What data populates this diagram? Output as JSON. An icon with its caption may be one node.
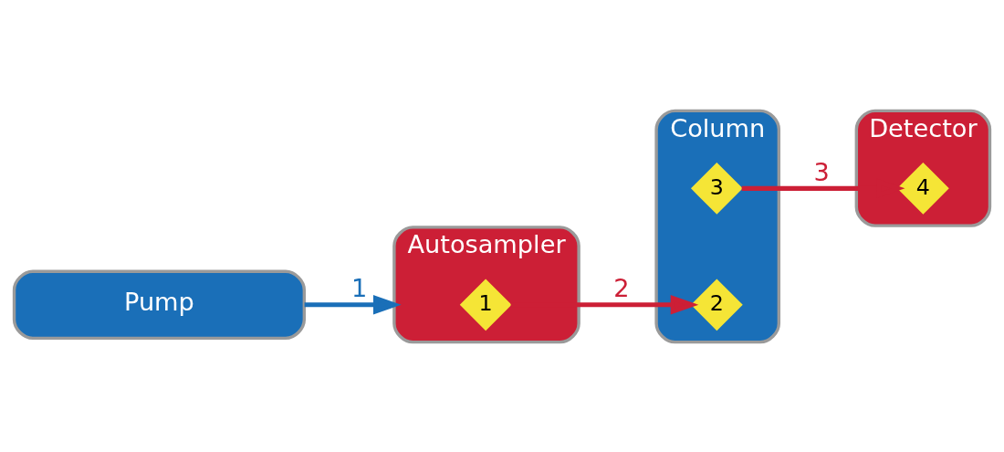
{
  "diagram": {
    "nodes": [
      {
        "text": [
          "Detector"
        ]
      },
      {
        "text": [
          "4"
        ],
        "in": 0
      },
      {
        "text": [
          "Column"
        ]
      },
      {
        "text": [
          "3"
        ],
        "in": 2
      },
      {
        "text": [
          "Autosampler"
        ]
      },
      {
        "text": [
          "1"
        ],
        "in": 4
      },
      {
        "text": [
          "2"
        ],
        "in": 2
      },
      {
        "text": [
          "Pump"
        ]
      }
    ],
    "edges": [
      {
        "from": 7,
        "to": 4,
        "arrow": "to",
        "label": "1",
        "color": "#1a6fb8"
      },
      {
        "from": 5,
        "to": 6,
        "arrow": "to",
        "label": "2"
      },
      {
        "from": 3,
        "to": 1,
        "arrow": "to",
        "label": "3"
      }
    ]
  }
}
